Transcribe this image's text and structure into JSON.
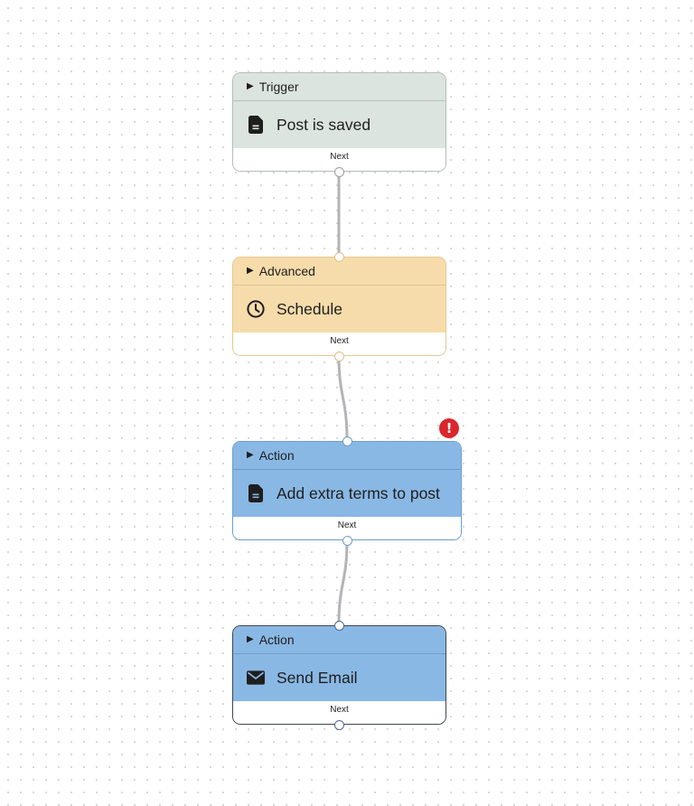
{
  "workflow": {
    "nodes": [
      {
        "category": "Trigger",
        "title": "Post is saved",
        "icon": "document-icon",
        "footer": "Next",
        "theme": "trigger"
      },
      {
        "category": "Advanced",
        "title": "Schedule",
        "icon": "clock-icon",
        "footer": "Next",
        "theme": "advanced"
      },
      {
        "category": "Action",
        "title": "Add extra terms to post",
        "icon": "document-icon",
        "footer": "Next",
        "theme": "action",
        "has_error": true
      },
      {
        "category": "Action",
        "title": "Send Email",
        "icon": "envelope-icon",
        "footer": "Next",
        "theme": "action-selected"
      }
    ],
    "error_badge": "!"
  },
  "colors": {
    "trigger": "#dce4df",
    "advanced": "#f6dcaa",
    "action": "#8ab8e4",
    "error": "#d9262c",
    "connector": "#b3b3b8"
  }
}
